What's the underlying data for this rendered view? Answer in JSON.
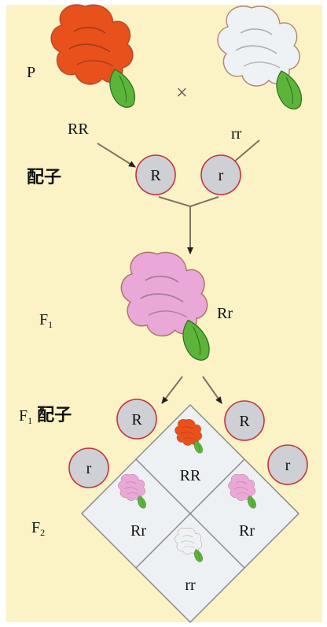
{
  "labels": {
    "p": "P",
    "cross": "×",
    "parent_red_genotype": "RR",
    "parent_white_genotype": "rr",
    "gametes": "配子",
    "f1": "F",
    "f1_sub": "1",
    "f1_genotype": "Rr",
    "f1_gametes_prefix": "F",
    "f1_gametes_sub": "1",
    "f1_gametes_word": "配子",
    "f2": "F",
    "f2_sub": "2"
  },
  "gametes": {
    "parent_red": "R",
    "parent_white": "r"
  },
  "f1_gametes": {
    "top_left": "R",
    "top_right": "R",
    "left": "r",
    "right": "r"
  },
  "punnett": {
    "top": "RR",
    "left": "Rr",
    "right": "Rr",
    "bottom": "rr"
  },
  "colors": {
    "background": "#fbf3c6",
    "red_flower": "#e8501c",
    "white_flower": "#eef2f5",
    "pink_flower": "#eaa8d8",
    "leaf": "#5cb43a",
    "circle_fill": "#cfcfd6",
    "circle_stroke": "#c8323c",
    "grid_fill": "#eef1f4",
    "arrow": "#7d7360"
  },
  "icons": [
    "red-snapdragon-icon",
    "white-snapdragon-icon",
    "pink-snapdragon-icon"
  ]
}
